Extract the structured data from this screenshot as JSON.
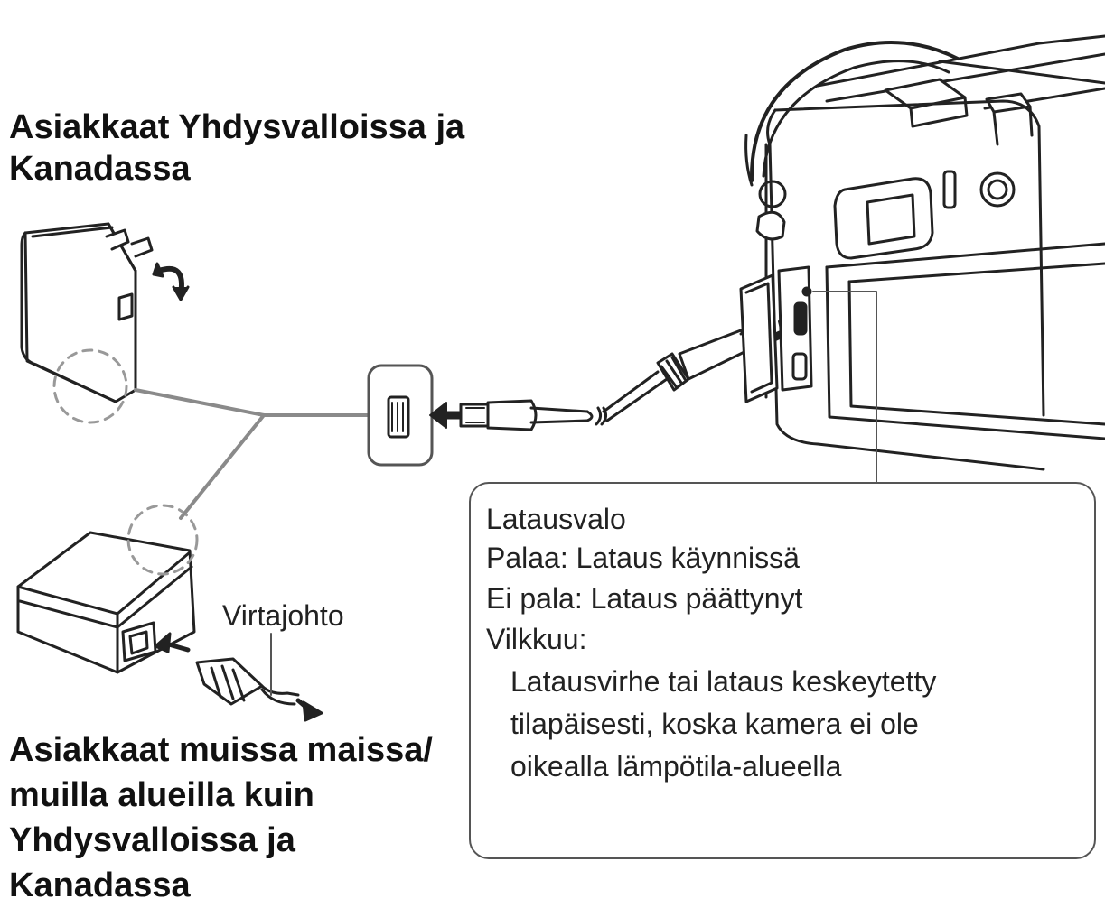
{
  "headings": {
    "us_canada": "Asiakkaat Yhdysvalloissa ja Kanadassa",
    "other_regions": "Asiakkaat muissa maissa/ muilla alueilla kuin Yhdysvalloissa ja Kanadassa"
  },
  "labels": {
    "power_cord": "Virtajohto"
  },
  "callout": {
    "title": "Latausvalo",
    "lit": "Palaa: Lataus käynnissä",
    "off": "Ei pala: Lataus päättynyt",
    "blinking": "Vilkkuu:",
    "blinking_detail": [
      "Latausvirhe tai lataus keskeytetty",
      "tilapäisesti, koska kamera ei ole",
      "oikealla lämpötila-alueella"
    ]
  },
  "icons": [
    "ac-adapter-us-icon",
    "ac-adapter-intl-icon",
    "usb-port-icon",
    "usb-cable-icon",
    "camera-icon",
    "power-cord-icon",
    "arrow-icon"
  ],
  "colors": {
    "line": "#222222",
    "callout_border": "#555555",
    "dashed": "#999999"
  }
}
